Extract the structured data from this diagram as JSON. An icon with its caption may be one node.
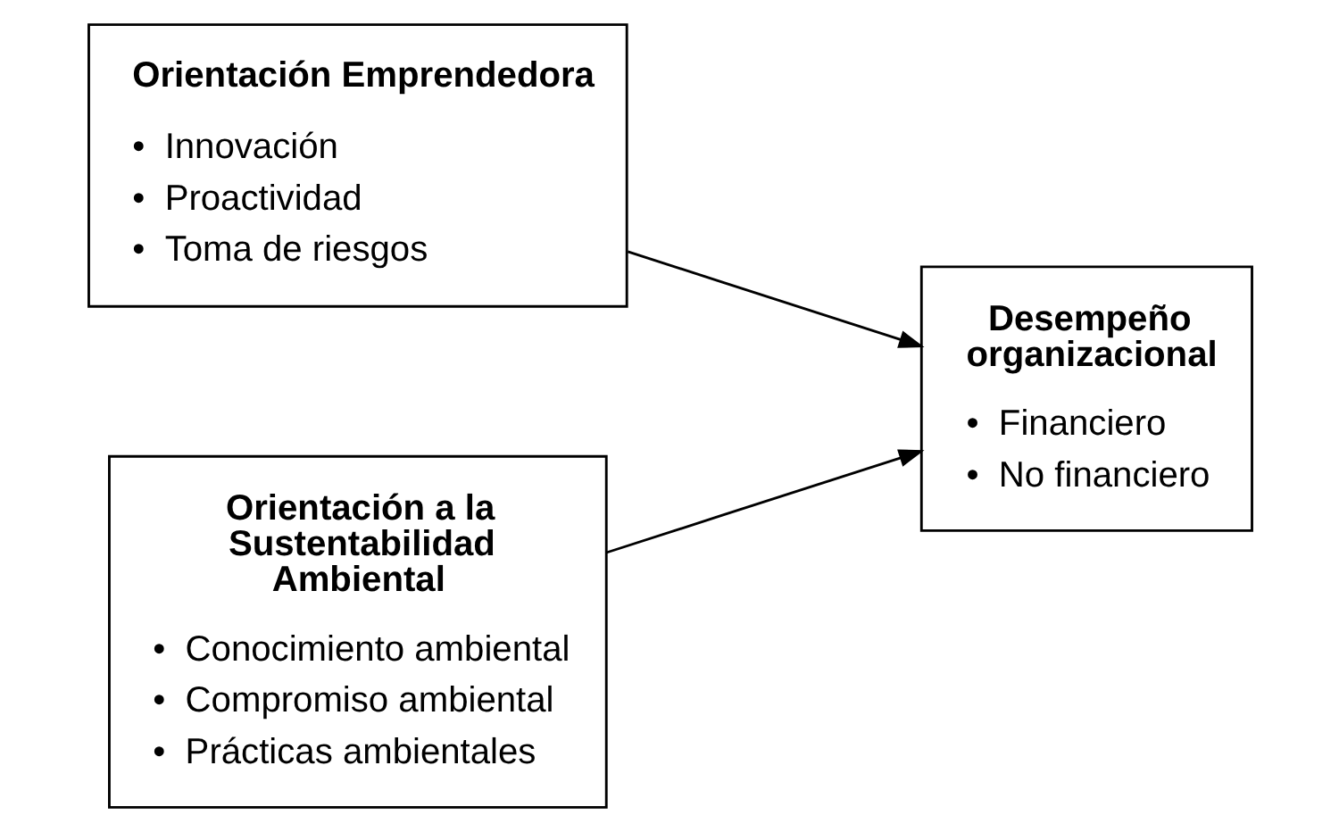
{
  "diagram": {
    "nodes": [
      {
        "text": [
          "Orientación Emprendedora",
          "•  Innovación",
          "•  Proactividad",
          "•  Toma de riesgos"
        ]
      },
      {
        "text": [
          "Orientación a la Sustentabilidad Ambiental",
          "•  Conocimiento ambiental",
          "•  Compromiso ambiental",
          "•  Prácticas ambientales"
        ]
      },
      {
        "text": [
          "Desempeño organizacional",
          "•  Financiero",
          "•  No financiero"
        ]
      }
    ],
    "edges": [
      {
        "from": 0,
        "to": 2,
        "arrow": "to"
      },
      {
        "from": 1,
        "to": 2,
        "arrow": "to"
      }
    ]
  }
}
